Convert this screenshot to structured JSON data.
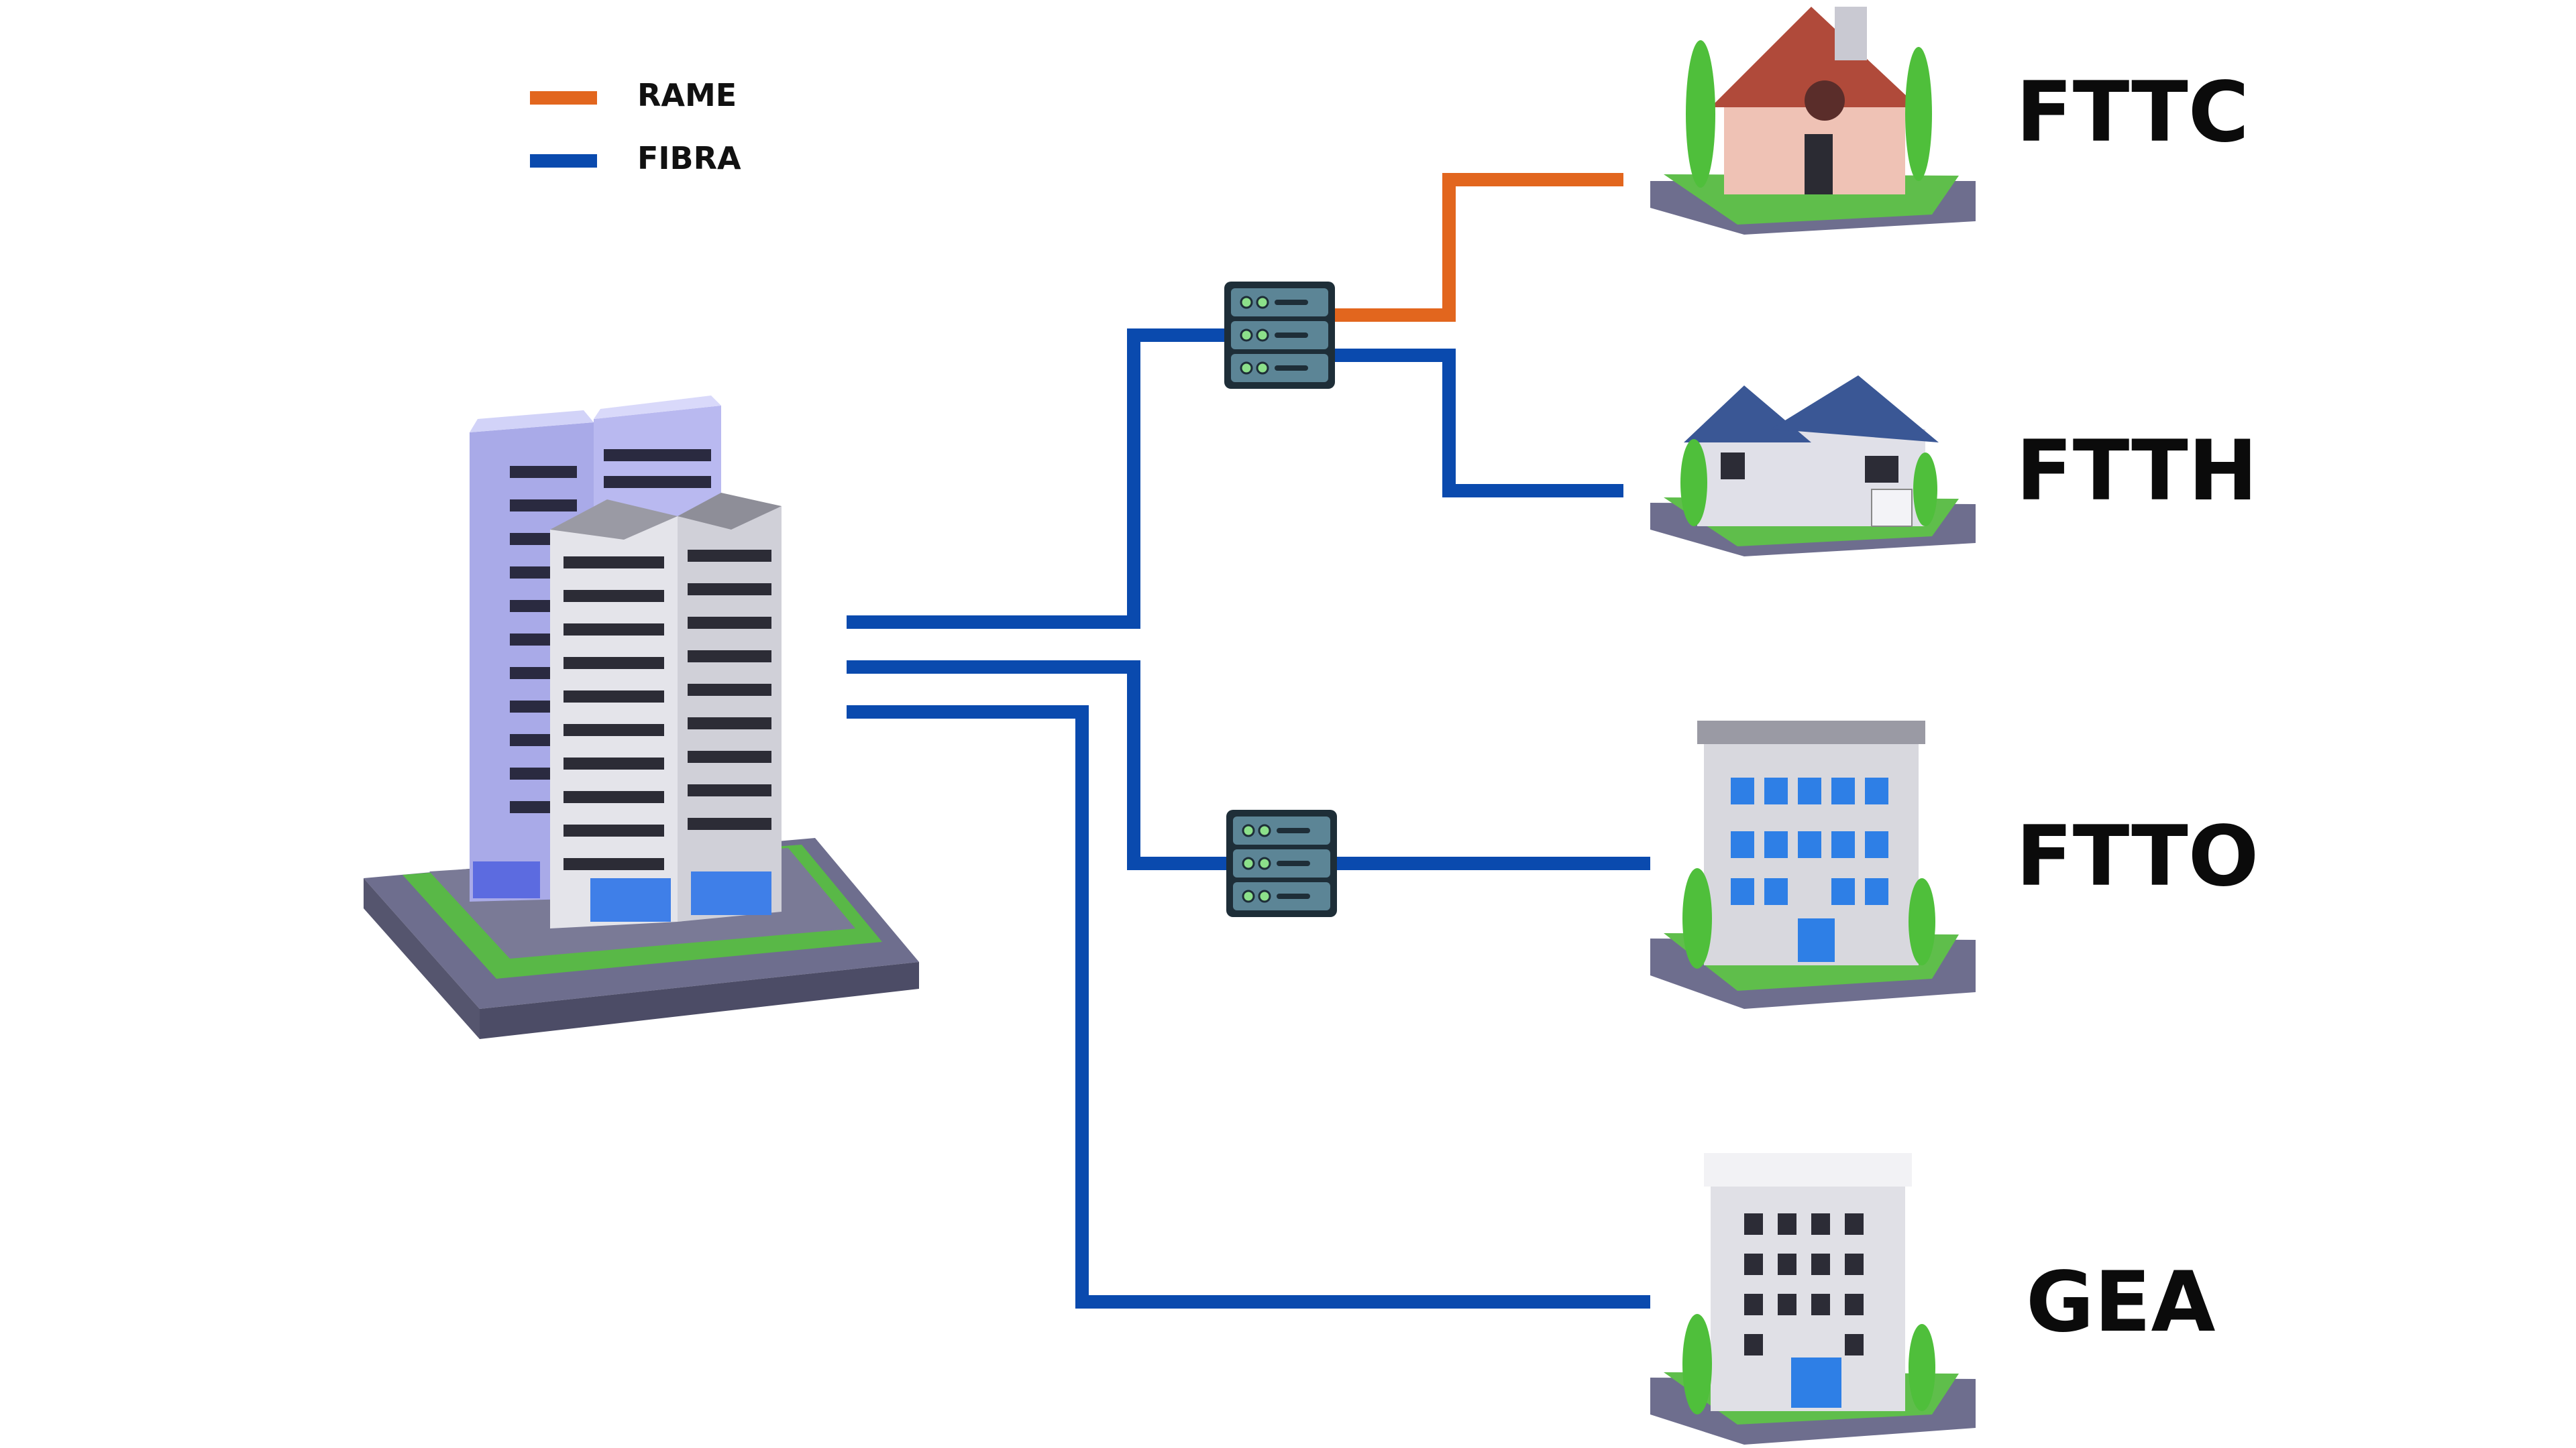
{
  "legend": {
    "copper": {
      "label": "RAME",
      "color": "#E2661E"
    },
    "fiber": {
      "label": "FIBRA",
      "color": "#0A4AAE"
    }
  },
  "connections": [
    {
      "label": "FTTC",
      "building": "pitched-roof-house-icon",
      "medium": "copper"
    },
    {
      "label": "FTTH",
      "building": "villa-house-icon",
      "medium": "fiber"
    },
    {
      "label": "FTTO",
      "building": "office-building-icon",
      "medium": "fiber"
    },
    {
      "label": "GEA",
      "building": "apartment-building-icon",
      "medium": "fiber"
    }
  ],
  "nodes": {
    "central": "central-office-towers-icon",
    "cabinets": [
      "server-cabinet-icon",
      "server-cabinet-icon"
    ]
  }
}
